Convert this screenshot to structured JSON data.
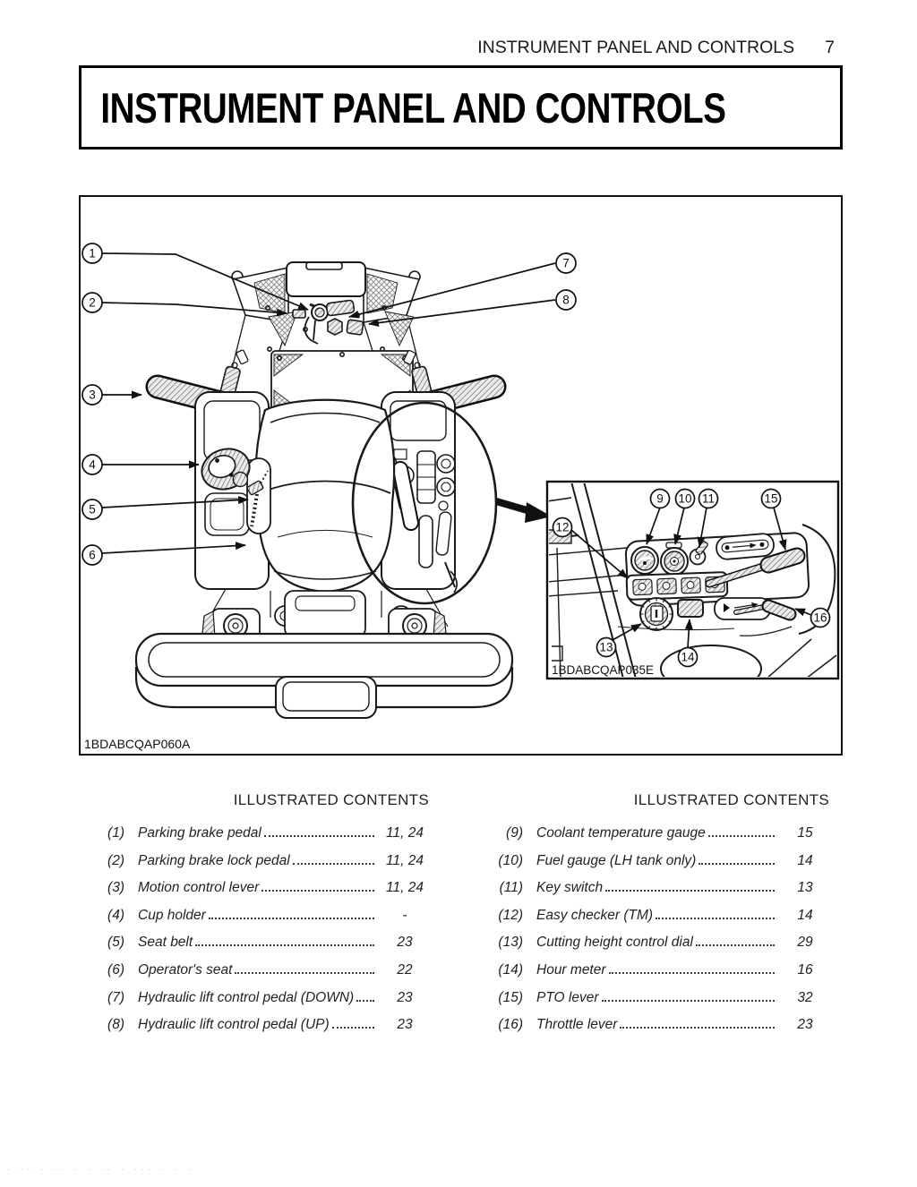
{
  "header": {
    "section_title": "INSTRUMENT PANEL AND CONTROLS",
    "page_number": "7"
  },
  "banner": {
    "title": "INSTRUMENT PANEL AND CONTROLS"
  },
  "figure": {
    "main_image_code": "1BDABCQAP060A",
    "inset_image_code": "1BDABCQAP035E",
    "callouts": [
      "1",
      "2",
      "3",
      "4",
      "5",
      "6",
      "7",
      "8",
      "9",
      "10",
      "11",
      "12",
      "13",
      "14",
      "15",
      "16"
    ]
  },
  "contents_left": {
    "heading": "ILLUSTRATED CONTENTS",
    "items": [
      {
        "num": "(1)",
        "label": "Parking brake pedal",
        "pages": "11, 24"
      },
      {
        "num": "(2)",
        "label": "Parking brake lock pedal",
        "pages": "11, 24"
      },
      {
        "num": "(3)",
        "label": "Motion control lever",
        "pages": "11, 24"
      },
      {
        "num": "(4)",
        "label": "Cup holder",
        "pages": "-"
      },
      {
        "num": "(5)",
        "label": "Seat belt",
        "pages": "23"
      },
      {
        "num": "(6)",
        "label": "Operator's seat",
        "pages": "22"
      },
      {
        "num": "(7)",
        "label": "Hydraulic lift control pedal (DOWN)",
        "pages": "23"
      },
      {
        "num": "(8)",
        "label": "Hydraulic lift control pedal (UP)",
        "pages": "23"
      }
    ]
  },
  "contents_right": {
    "heading": "ILLUSTRATED CONTENTS",
    "items": [
      {
        "num": "(9)",
        "label": "Coolant temperature gauge",
        "pages": "15"
      },
      {
        "num": "(10)",
        "label": "Fuel gauge (LH tank only)",
        "pages": "14"
      },
      {
        "num": "(11)",
        "label": "Key switch",
        "pages": "13"
      },
      {
        "num": "(12)",
        "label": "Easy checker (TM)",
        "pages": "14"
      },
      {
        "num": "(13)",
        "label": "Cutting height control dial",
        "pages": "29"
      },
      {
        "num": "(14)",
        "label": "Hour meter",
        "pages": "16"
      },
      {
        "num": "(15)",
        "label": "PTO lever",
        "pages": "32"
      },
      {
        "num": "(16)",
        "label": "Throttle lever",
        "pages": "23"
      }
    ]
  },
  "footer": {
    "fragment": "· ·· ·  ·· ·   · ··  · ···   ·   ·   ·"
  }
}
